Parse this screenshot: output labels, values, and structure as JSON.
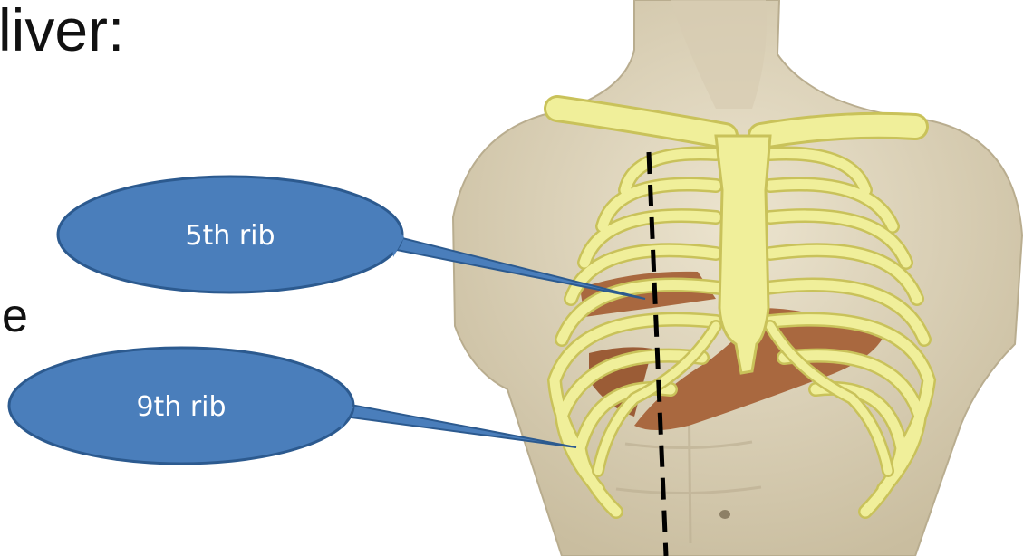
{
  "slide": {
    "heading": "liver:",
    "side_text": "e"
  },
  "callouts": [
    {
      "id": "fifth-rib",
      "label": "5th rib"
    },
    {
      "id": "ninth-rib",
      "label": "9th rib"
    }
  ],
  "colors": {
    "callout_fill": "#4a7ebb",
    "callout_stroke": "#2c5a8f",
    "bone": "#f0ef9a",
    "bone_outline": "#c9c25a",
    "skin": "#e6dcc4",
    "liver": "#a9683f",
    "midline": "#000000"
  }
}
